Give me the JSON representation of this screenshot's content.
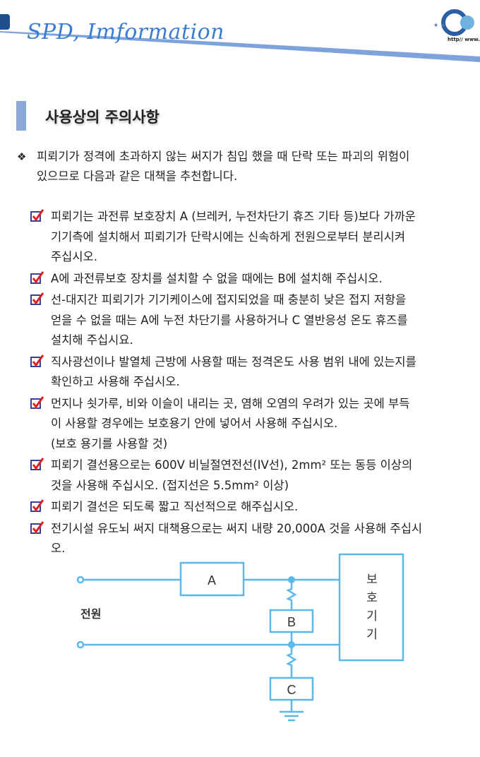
{
  "header": {
    "title": "SPD, Imformation",
    "url_text": "http// www."
  },
  "section": {
    "title": "사용상의 주의사항"
  },
  "intro": {
    "bullet": "❖",
    "lines": [
      "피뢰기가 정격에 초과하지 않는 써지가 침입 했을 때 단락 또는 파괴의 위험이",
      "있으므로 다음과 같은 대책을 추천합니다."
    ]
  },
  "items": [
    {
      "lines": [
        "피뢰기는 과전류 보호장치 A (브레커, 누전차단기 휴즈 기타 등)보다 가까운",
        "기기측에 설치해서 피뢰기가 단락시에는 신속하게 전원으로부터 분리시켜",
        "주십시오."
      ]
    },
    {
      "lines": [
        "A에 과전류보호 장치를 설치할 수 없을 때에는 B에 설치해 주십시오."
      ]
    },
    {
      "lines": [
        "선-대지간 피뢰기가 기기케이스에 접지되었을 때 충분히 낮은 접지 저항을",
        "얻을 수 없을 때는 A에 누전 차단기를 사용하거나 C 열반응성 온도 휴즈를",
        "설치해 주십시요."
      ]
    },
    {
      "lines": [
        "직사광선이나 발열체 근방에 사용할 때는 정격온도 사용 범위 내에 있는지를",
        "확인하고 사용해 주십시오."
      ]
    },
    {
      "lines": [
        "먼지나 쇳가루, 비와 이슬이 내리는 곳, 염해 오염의 우려가 있는 곳에 부득",
        "이 사용할 경우에는 보호용기 안에 넣어서 사용해 주십시오.",
        "(보호 용기를 사용할 것)"
      ]
    },
    {
      "lines": [
        "피뢰기 결선용으로는 600V 비닐절연전선(IV선), 2mm² 또는 동등 이상의",
        "것을 사용해 주십시오. (접지선은 5.5mm² 이상)"
      ]
    },
    {
      "lines": [
        "피뢰기 결선은 되도록 짧고 직선적으로 해주십시오."
      ]
    },
    {
      "lines": [
        "전기시설 유도뇌 써지 대책용으로는 써지 내량 20,000A 것을 사용해 주십시",
        "오."
      ]
    }
  ],
  "diagram": {
    "source_label": "전원",
    "box_a": "A",
    "box_b": "B",
    "box_c": "C",
    "device_label": [
      "보",
      "호",
      "기",
      "기"
    ],
    "line_color": "#5bb8e8"
  }
}
